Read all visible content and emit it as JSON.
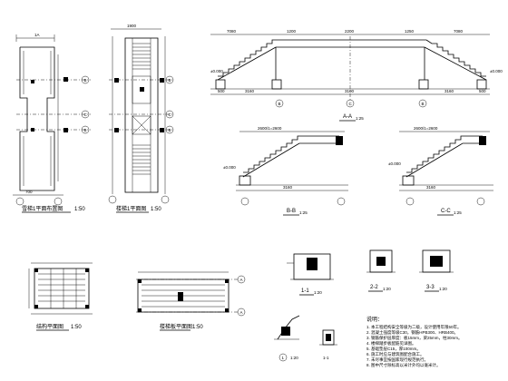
{
  "drawing": {
    "views": [
      {
        "key": "plan_left",
        "title": "雪梯1平面布置图",
        "scale": "1:50"
      },
      {
        "key": "plan_mid",
        "title": "楼梯1平面图",
        "scale": "1:50"
      },
      {
        "key": "section_aa",
        "title": "A-A",
        "scale": "1:25"
      },
      {
        "key": "section_bb",
        "title": "B-B",
        "scale": "1:25"
      },
      {
        "key": "section_cc",
        "title": "C-C",
        "scale": "1:25"
      },
      {
        "key": "plan_bl",
        "title": "结构平面图",
        "scale": "1:50"
      },
      {
        "key": "plan_bm",
        "title": "楼梯板平面图",
        "scale": "1:50"
      },
      {
        "key": "det_1",
        "title": "1-1",
        "scale": "1:20"
      },
      {
        "key": "det_2",
        "title": "2-2",
        "scale": "1:20"
      },
      {
        "key": "det_3",
        "title": "3-3",
        "scale": "1:20"
      },
      {
        "key": "det_4",
        "title": "1",
        "scale": "1:20"
      },
      {
        "key": "det_5",
        "title": "1-1",
        "scale": ""
      }
    ],
    "axes": {
      "left_plan": [
        "B",
        "C",
        "B"
      ],
      "mid_plan": [
        "B",
        "C",
        "B"
      ],
      "aa_section": [
        "B",
        "C",
        "B"
      ],
      "bottom_mid": [
        "A",
        "A"
      ]
    },
    "dims": {
      "aa_top": [
        "7080",
        "1200",
        "2200",
        "1250",
        "7080"
      ],
      "aa_bottom": [
        "500",
        "3160",
        "3100",
        "3160",
        "500"
      ],
      "bb_top": "2600/1=2600",
      "cc_top": "2600/1=2600",
      "bb_bottom": "3160",
      "cc_bottom": "3160",
      "left_plan_top": "1A",
      "left_plan_bottom": "700",
      "mid_plan_top": "1900"
    },
    "elev": {
      "aa_left": "±0.000",
      "aa_right": "±0.000",
      "bb": "±0.000",
      "cc": "±0.000"
    },
    "notes_title": "说明：",
    "notes": [
      "1. 本工程结构安全等级为二级，设计使用年限50年。",
      "2. 混凝土强度等级C30，钢筋HPB300、HRB400。",
      "3. 钢筋保护层厚度：板15mm，梁25mm，柱30mm。",
      "4. 楼梯踏步板配筋见详图。",
      "5. 基础垫层C15，厚100mm。",
      "6. 施工时应与建筑图配合施工。",
      "7. 未尽事宜按国家现行规范执行。",
      "8. 图中尺寸除标高以米计外均以毫米计。"
    ]
  }
}
